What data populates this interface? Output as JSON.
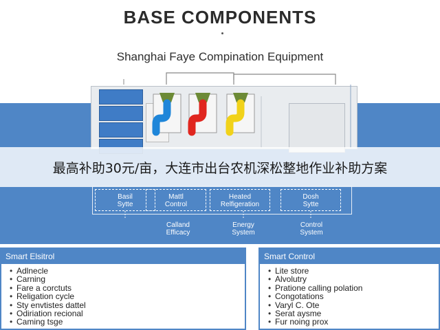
{
  "header": {
    "title": "BASE COMPONENTS",
    "subtitle": "Shanghai Faye Compination Equipment"
  },
  "banner": {
    "text": "最高补助30元/亩，大连市出台农机深松整地作业补助方案"
  },
  "flow": {
    "boxes": [
      "Basil\nSytte",
      "Mattl\nControl",
      "Heated\nRelfigeration",
      "Dosh\nSytte"
    ],
    "sub_labels": [
      "Calland\nEfficacy",
      "Energy\nSystem",
      "Control\nSystem"
    ]
  },
  "panels": {
    "left": {
      "title": "Smart Elsitrol",
      "items": [
        "Adlnecle",
        "Carning",
        "Fare a corctuts",
        "Religation cycle",
        "Sty envtistes dattel",
        "Odiriation recional",
        "Caming tsge"
      ]
    },
    "right": {
      "title": "Smart Control",
      "items": [
        "Lite store",
        "Alvolutry",
        "Pratione calling polation",
        "Congotations",
        "Varyl C. Ote",
        "Serat aysme",
        "Fur noing prox"
      ]
    }
  },
  "colors": {
    "accent_blue": "#4f86c6",
    "pipe_blue": "#1f86d9",
    "pipe_red": "#e0261f",
    "pipe_yellow": "#f1d21a",
    "pipe_green": "#6c8a36"
  }
}
